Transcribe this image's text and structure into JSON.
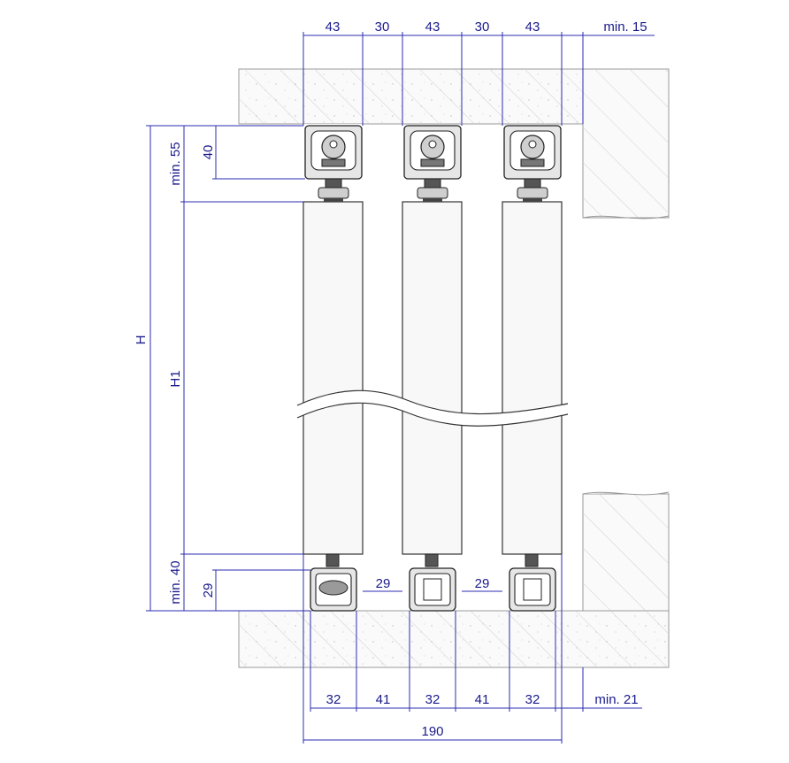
{
  "drawing": {
    "top_dims": [
      "43",
      "30",
      "43",
      "30",
      "43",
      "min. 15"
    ],
    "bottom_dims": [
      "32",
      "41",
      "32",
      "41",
      "32",
      "min. 21"
    ],
    "overall_width": "190",
    "left_dims": {
      "overall_height": "H",
      "panel_height": "H1",
      "top_clearance": "min. 55",
      "top_profile": "40",
      "bottom_clearance": "min. 40",
      "bottom_profile": "29"
    },
    "gap_dims": [
      "29",
      "29"
    ]
  }
}
